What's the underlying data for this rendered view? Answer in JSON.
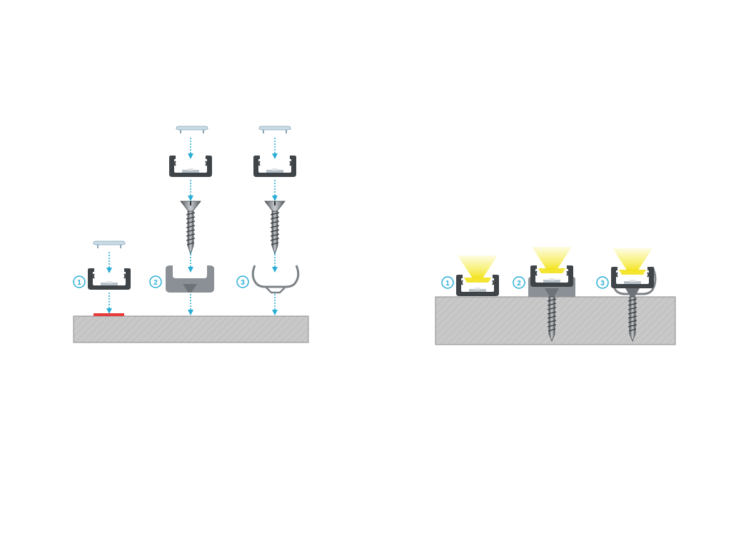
{
  "colors": {
    "background": "#ffffff",
    "base_fill": "#c6c6c6",
    "base_stroke": "#8c8c8c",
    "profile_dark": "#3f4449",
    "profile_gray": "#8b9096",
    "cover": "#c8dbe6",
    "arrow": "#2aaed6",
    "badge": "#2aaed6",
    "adhesive_tape": "#e83a3a",
    "screw": "#7d8287",
    "led_glow": "#f6ec4a"
  },
  "assembly": {
    "variants": [
      {
        "number": "1",
        "mounting": "adhesive-tape"
      },
      {
        "number": "2",
        "mounting": "screw-mounting-bracket"
      },
      {
        "number": "3",
        "mounting": "screw-spring-clip"
      }
    ]
  },
  "installed": {
    "variants": [
      {
        "number": "1"
      },
      {
        "number": "2"
      },
      {
        "number": "3"
      }
    ]
  }
}
